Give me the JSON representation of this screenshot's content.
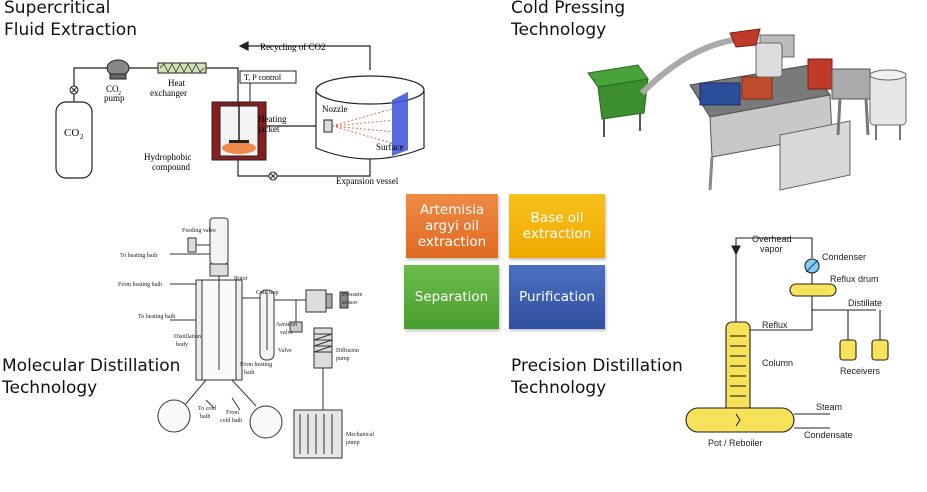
{
  "titles": {
    "supercritical": [
      "Supercritical",
      "Fluid Extraction"
    ],
    "cold_pressing": [
      "Cold Pressing",
      "Technology"
    ],
    "molecular": [
      "Molecular Distillation",
      "Technology"
    ],
    "precision": [
      "Precision Distillation",
      "Technology"
    ]
  },
  "center_boxes": [
    {
      "label": [
        "Artemisia",
        "argyi oil",
        "extraction"
      ],
      "color": "#e8742e"
    },
    {
      "label": [
        "Base oil",
        "extraction"
      ],
      "color": "#f5b400"
    },
    {
      "label": [
        "Separation"
      ],
      "color": "#5aae3c"
    },
    {
      "label": [
        "Purification"
      ],
      "color": "#3a5db0"
    }
  ],
  "sfe_diagram": {
    "recycle": "Recycling of CO2",
    "tp_control": "T, P control",
    "heat_exchanger": [
      "Heat",
      "exchanger"
    ],
    "co2_pump": [
      "CO",
      "pump"
    ],
    "heating_jacket": [
      "Heating",
      "jacket"
    ],
    "hydrophobic": [
      "Hydrophobic",
      "compound"
    ],
    "co2_tank": "CO",
    "nozzle": "Nozzle",
    "surface": "Surface",
    "expansion_vessel": "Expansion vessel"
  },
  "md_diagram": {
    "feeding_valve": "Feeding valve",
    "to_heating_bath_1": "To heating bath",
    "from_heating_bath_1": "From heating bath",
    "to_heating_bath_2": "To heating bath",
    "rotor": "Rotor",
    "cold_trap": "Cold trap",
    "pressure_sensor": [
      "Pressure",
      "sensor"
    ],
    "aeration_valve": [
      "Aeration",
      "valve"
    ],
    "distillation_body": [
      "Distillation",
      "body"
    ],
    "valve": "Valve",
    "diffusion_pump": [
      "Diffusion",
      "pump"
    ],
    "from_heating_bath_2": [
      "From heating",
      "bath"
    ],
    "to_cold_bath": [
      "To cold",
      "bath"
    ],
    "from_cold_bath": [
      "From",
      "cold bath"
    ],
    "mechanical_pump": [
      "Mechanical",
      "pump"
    ]
  },
  "pd_diagram": {
    "overhead": [
      "Overhead",
      "vapor"
    ],
    "condenser": "Condenser",
    "reflux_drum": "Reflux drum",
    "distillate": "Distillate",
    "reflux": "Reflux",
    "column": "Column",
    "receivers": "Receivers",
    "steam": "Steam",
    "condensate": "Condensate",
    "reboiler": "Pot / Reboiler"
  }
}
